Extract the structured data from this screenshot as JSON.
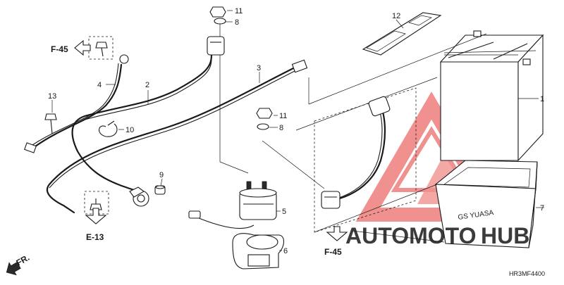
{
  "diagram": {
    "callouts": [
      "1",
      "2",
      "3",
      "4",
      "5",
      "6",
      "7",
      "8",
      "8",
      "9",
      "10",
      "11",
      "11",
      "12",
      "13"
    ],
    "refs": {
      "f45_top": "F-45",
      "e13": "E-13",
      "f45_bottom": "F-45",
      "fr": "FR."
    },
    "figure_code": "HR3MF4400"
  },
  "watermark": {
    "brand_part1": "AUTOMOTO",
    "brand_part2": "HUB",
    "color_red": "#e53935",
    "color_dark": "#1e2a3a"
  }
}
